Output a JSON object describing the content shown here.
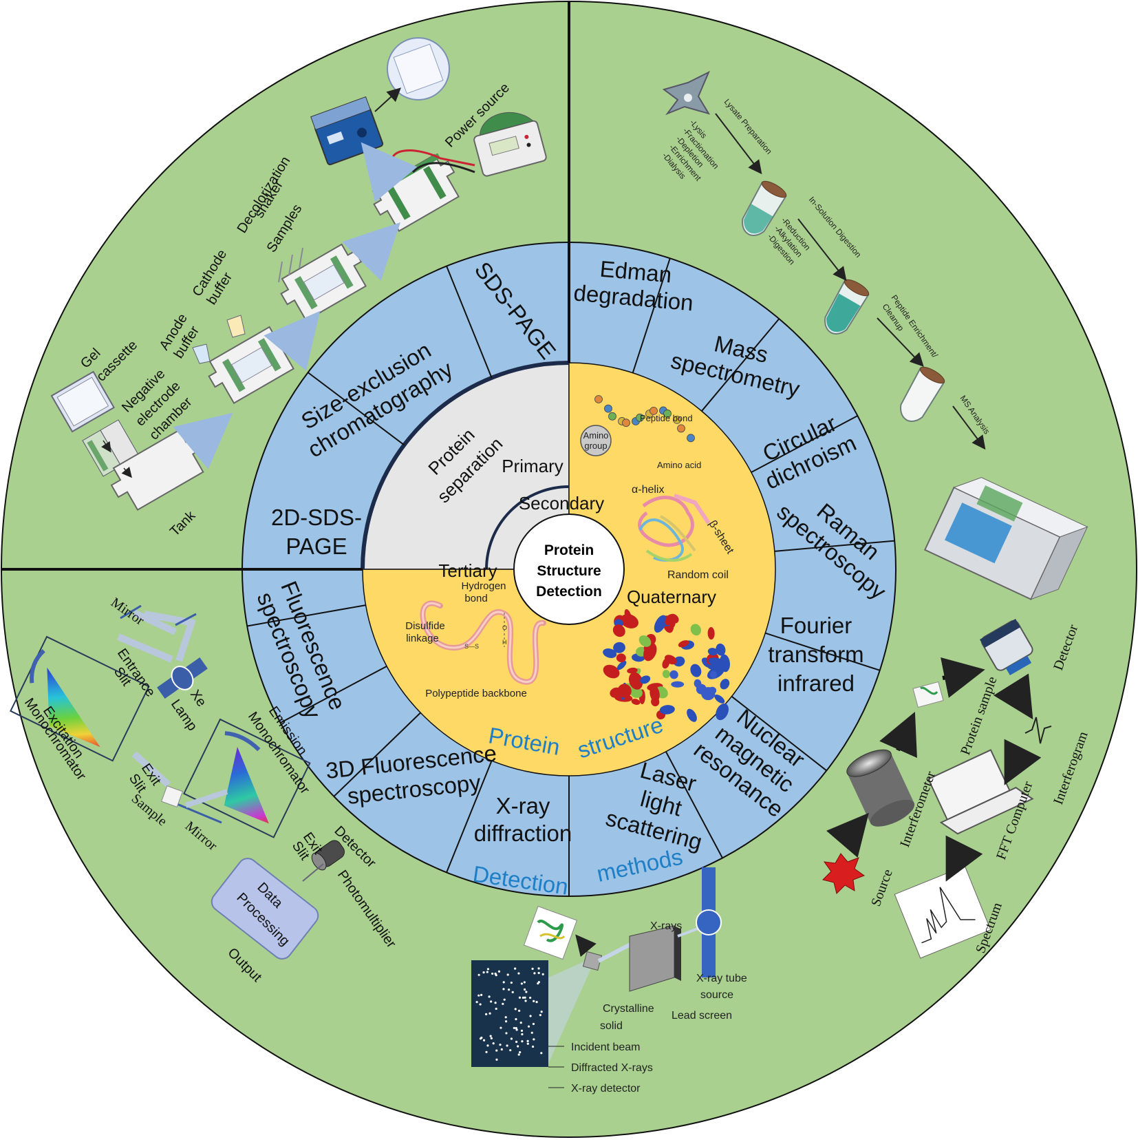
{
  "center": {
    "line1": "Protein",
    "line2": "Structure",
    "line3": "Detection"
  },
  "colors": {
    "outer": "#a9d08e",
    "ring": "#9dc3e6",
    "core": "#fed966",
    "separation": "#e7e6e6",
    "accent_text": "#1e7fc6",
    "divider": "#111111"
  },
  "separation": {
    "line1": "Protein",
    "line2": "separation"
  },
  "segments": {
    "sds_page": "SDS-PAGE",
    "size_exclusion_1": "Size-exclusion",
    "size_exclusion_2": "chromatography",
    "sds2d_1": "2D-SDS-",
    "sds2d_2": "PAGE",
    "edman_1": "Edman",
    "edman_2": "degradation",
    "mass_1": "Mass",
    "mass_2": "spectrometry",
    "circular_1": "Circular",
    "circular_2": "dichroism",
    "raman_1": "Raman",
    "raman_2": "spectroscopy",
    "ftir_1": "Fourier",
    "ftir_2": "transform",
    "ftir_3": "infrared",
    "nmr_1": "Nuclear",
    "nmr_2": "magnetic",
    "nmr_3": "resonance",
    "laser_1": "Laser",
    "laser_2": "light",
    "laser_3": "scattering",
    "xray_1": "X-ray",
    "xray_2": "diffraction",
    "fluor3d_1": "3D Fluorescence",
    "fluor3d_2": "spectroscopy",
    "fluor_1": "Fluorescence",
    "fluor_2": "spectroscopy"
  },
  "ring_labels": {
    "detection": "Detection",
    "methods": "methods"
  },
  "structure": {
    "primary": "Primary",
    "secondary": "Secondary",
    "tertiary": "Tertiary",
    "quaternary": "Quaternary",
    "peptide_bond": "Peptide bond",
    "amino_group_1": "Amino",
    "amino_group_2": "group",
    "amino_acid": "Amino acid",
    "alpha_helix": "α-helix",
    "beta_sheet": "β-sheet",
    "random_coil": "Random coil",
    "hydrogen_1": "Hydrogen",
    "hydrogen_2": "bond",
    "disulfide_1": "Disulfide",
    "disulfide_2": "linkage",
    "backbone": "Polypeptide backbone",
    "protein_word": "Protein",
    "structure_word": "structure"
  },
  "sds_panel": {
    "gel_1": "Gel",
    "gel_2": "cassette",
    "negative": "Negative",
    "electrode": "electrode",
    "chamber": "chamber",
    "tank": "Tank",
    "anode_1": "Anode",
    "anode_2": "buffer",
    "cathode_1": "Cathode",
    "cathode_2": "buffer",
    "samples": "Samples",
    "decolor_1": "Decolorization",
    "decolor_2": "shaker",
    "power": "Power source"
  },
  "ms_panel": {
    "lysate": "Lysate Preparation",
    "lysis_list": [
      "-Lysis",
      "-Fractionation",
      "-Depletion",
      "-Enrichment",
      "-Dialysis"
    ],
    "insolution": "In-Solution Digestion",
    "digest_list": [
      "-Reduction",
      "-Alkylation",
      "-Digestion"
    ],
    "peptide_1": "Peptide Enrichment/",
    "peptide_2": "Cleanup",
    "ms_analysis": "MS Analysis"
  },
  "fluor_panel": {
    "mirror_top": "Mirror",
    "entrance": "Entrance",
    "slit1": "Slit",
    "xe": "Xe",
    "lamp": "Lamp",
    "excitation": "Excitation",
    "mono1": "Monochromator",
    "exit1": "Exit",
    "slit2": "Slit",
    "sample": "Sample",
    "mirror_bottom": "Mirror",
    "emission": "Emission",
    "mono2": "Monochromator",
    "exit2": "Exit",
    "slit3": "Slit",
    "detector": "Detector",
    "photomultiplier": "Photomultiplier",
    "data_1": "Data",
    "data_2": "Processing",
    "output": "Output"
  },
  "xray_panel": {
    "xrays": "X-rays",
    "tube_1": "X-ray tube",
    "tube_2": "source",
    "lead": "Lead screen",
    "crystal_1": "Crystalline",
    "crystal_2": "solid",
    "incident": "Incident beam",
    "diffracted": "Diffracted X-rays",
    "detector": "X-ray detector"
  },
  "ftir_panel": {
    "detector": "Detector",
    "protein_sample": "Protein sample",
    "interferogram": "Interferogram",
    "interferometer": "Interferometer",
    "fft": "FFT Computer",
    "source": "Source",
    "spectrum": "Spectrum"
  }
}
